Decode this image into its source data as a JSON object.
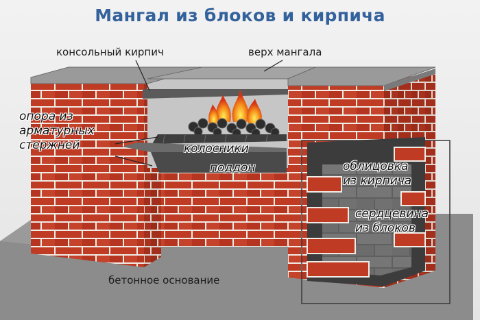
{
  "title": "Мангал из блоков и кирпича",
  "labels": {
    "console_brick": "консольный кирпич",
    "grill_top": "верх мангала",
    "rebar_support": [
      "опора из",
      "арматурных",
      "стержней"
    ],
    "grate": "колосники",
    "tray": "поддон",
    "brick_facing": [
      "облицовка",
      "из кирпича"
    ],
    "block_core": [
      "сердцевина",
      "из блоков"
    ],
    "concrete_base": "бетонное основание"
  },
  "colors": {
    "title": "#33619b",
    "brick": "#bf3b23",
    "mortar": "#f1ece6",
    "slab": "#8f8f8f",
    "ground": "#8c8c8c",
    "block": "#6f6f6f",
    "fire": "#f39a1c",
    "coal": "#2d2d2d"
  }
}
